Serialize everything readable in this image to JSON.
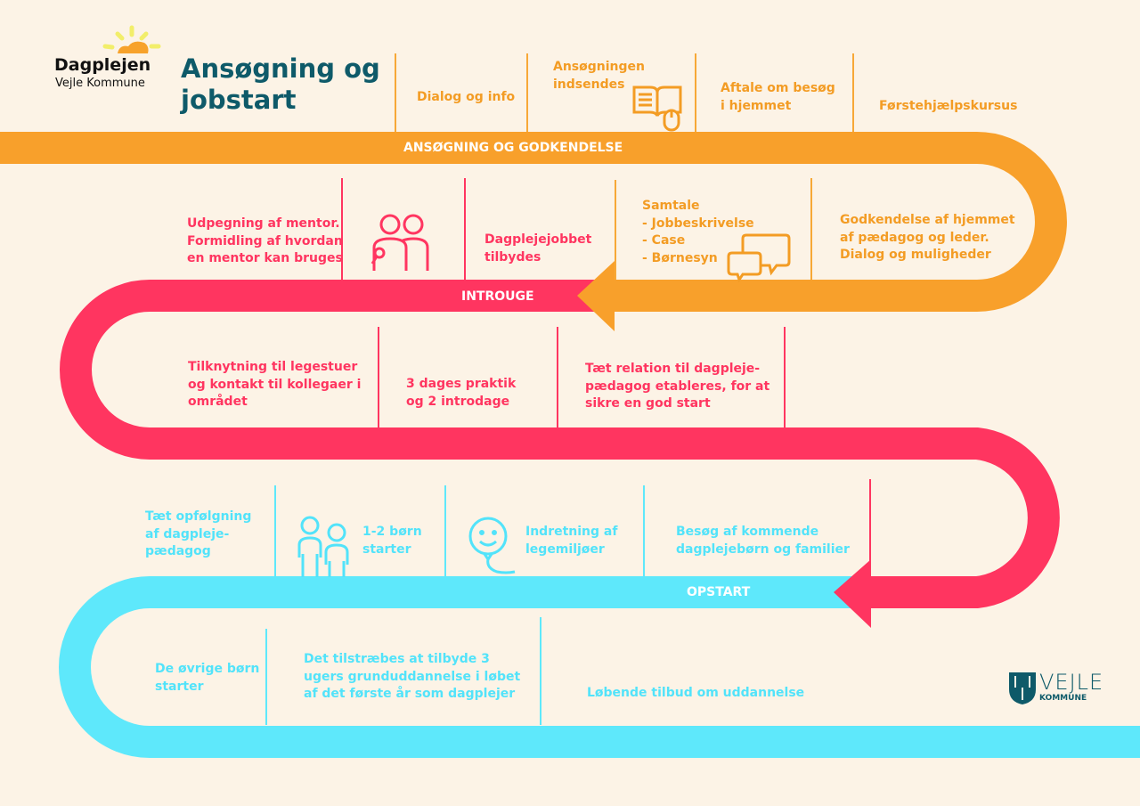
{
  "colors": {
    "background": "#fcf3e6",
    "orange": "#f8a02b",
    "pink": "#ff3560",
    "cyan": "#5ee8fb",
    "teal": "#0e5a69"
  },
  "logo": {
    "name": "Dagplejen",
    "sub": "Vejle Kommune"
  },
  "title": "Ansøgning og\njobstart",
  "municipality_logo": {
    "name": "VEJLE",
    "sub": "KOMMUNE"
  },
  "stages": [
    {
      "label": "ANSØGNING OG GODKENDELSE",
      "steps": [
        "Dialog og info",
        "Ansøgningen\nindsendes",
        "Aftale om besøg\ni hjemmet",
        "Førstehjælpskursus",
        "Godkendelse af hjemmet\naf pædagog og leder.\nDialog og muligheder",
        "Samtale\n- Jobbeskrivelse\n- Case\n- Børnesyn"
      ]
    },
    {
      "label": "INTROUGE",
      "steps": [
        "Dagplejejobbet\ntilbydes",
        "Udpegning af mentor.\nFormidling af hvordan\nen mentor kan bruges",
        "Tilknytning til legestuer\nog kontakt til kollegaer i\nområdet",
        "3 dages praktik\nog 2 introdage",
        "Tæt relation til dagpleje-\npædagog etableres, for at\nsikre en god start"
      ]
    },
    {
      "label": "OPSTART",
      "steps": [
        "Besøg af kommende\ndagplejebørn og familier",
        "Indretning af\nlegemiljøer",
        "1-2 børn\nstarter",
        "Tæt opfølgning\naf dagpleje-\npædagog",
        "De øvrige børn\nstarter",
        "Det tilstræbes at tilbyde 3\nugers grunduddannelse i løbet\naf det første år som dagplejer",
        "Løbende tilbud om uddannelse"
      ]
    }
  ]
}
